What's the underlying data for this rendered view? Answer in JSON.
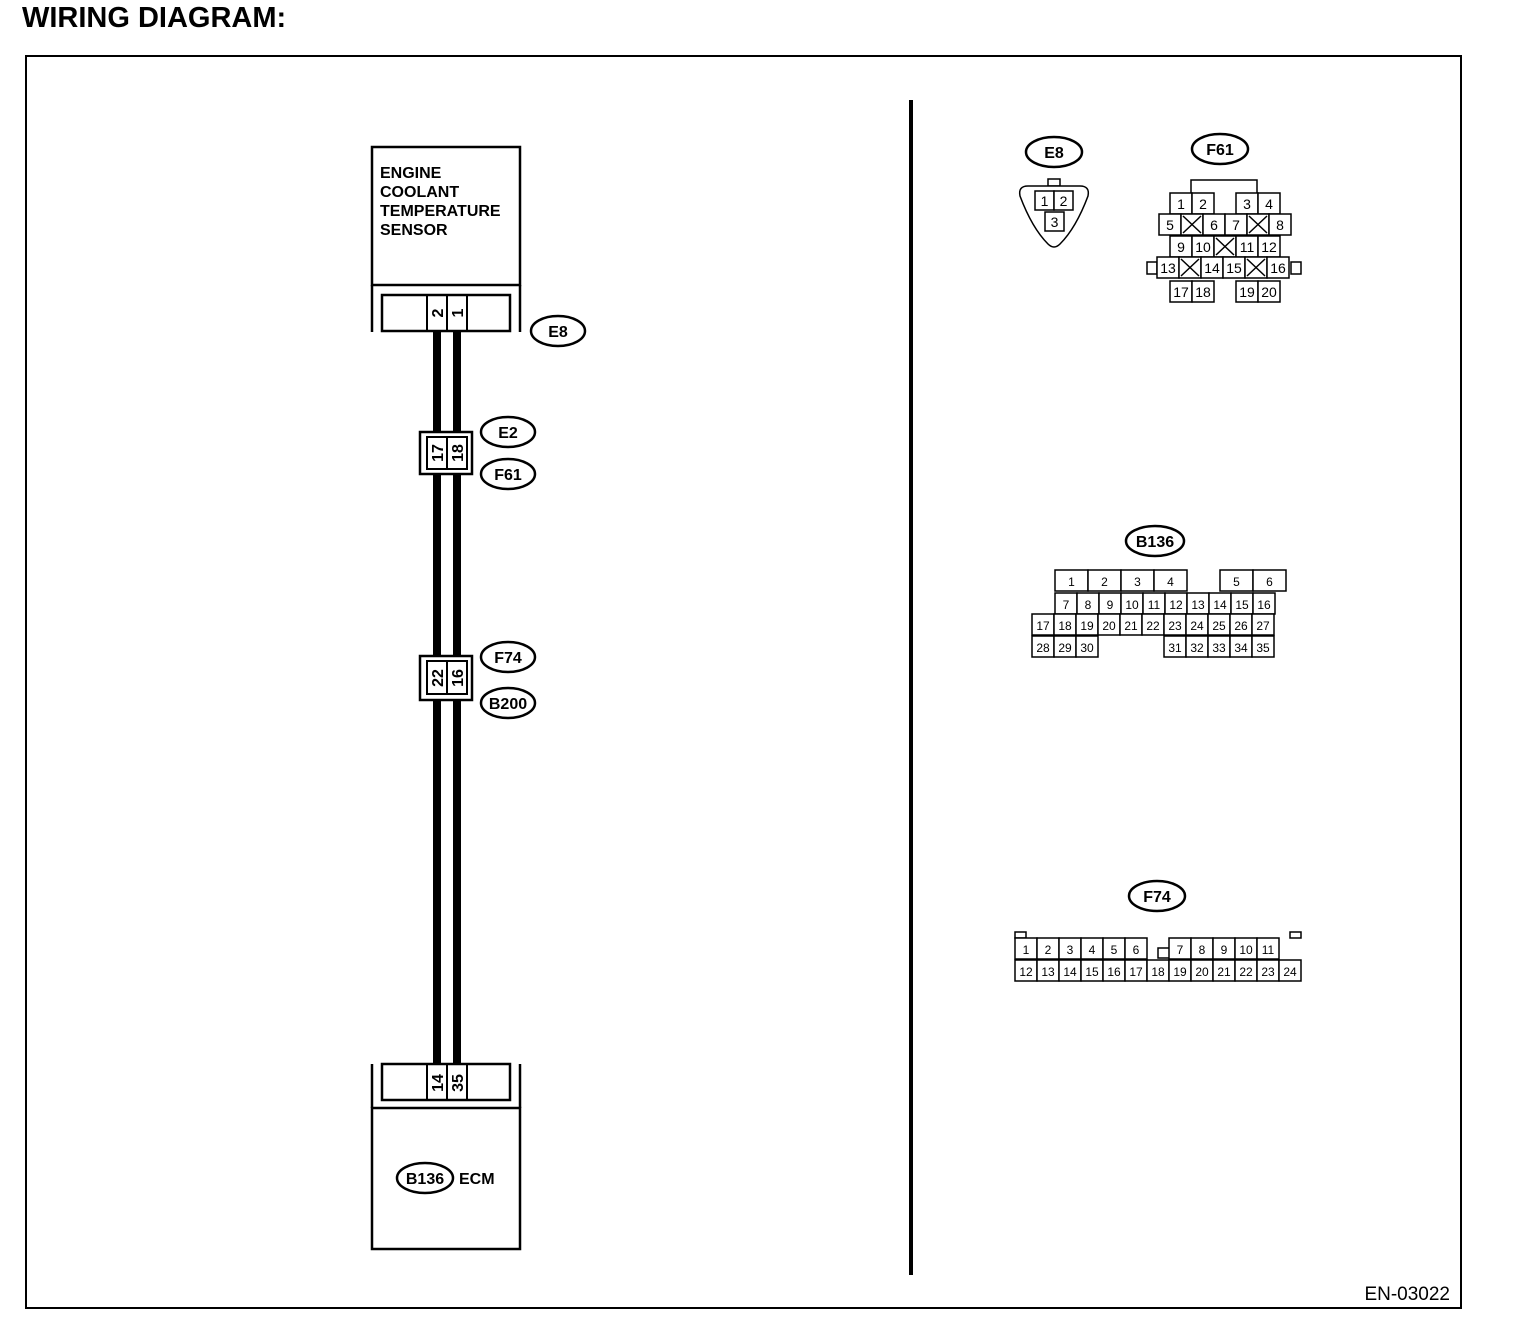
{
  "page_title": "WIRING DIAGRAM:",
  "figure_code": "EN-03022",
  "sensor": {
    "label_lines": [
      "ENGINE",
      "COOLANT",
      "TEMPERATURE",
      "SENSOR"
    ],
    "connector": "E8",
    "pins": [
      "2",
      "1"
    ]
  },
  "junction_1": {
    "connector_top": "E2",
    "connector_bottom": "F61",
    "pins": [
      "17",
      "18"
    ]
  },
  "junction_2": {
    "connector_top": "F74",
    "connector_bottom": "B200",
    "pins": [
      "22",
      "16"
    ]
  },
  "ecm": {
    "connector": "B136",
    "label": "ECM",
    "pins": [
      "14",
      "35"
    ]
  },
  "connector_views": {
    "e8": {
      "name": "E8",
      "rows": [
        [
          "1",
          "2"
        ],
        [
          "3"
        ]
      ]
    },
    "f61": {
      "name": "F61",
      "rows": [
        [
          "1",
          "2",
          "",
          "3",
          "4"
        ],
        [
          "5",
          "X",
          "6",
          "7",
          "X",
          "8"
        ],
        [
          "9",
          "10",
          "X",
          "11",
          "12"
        ],
        [
          "13",
          "X",
          "14",
          "15",
          "X",
          "16"
        ],
        [
          "17",
          "18",
          "",
          "19",
          "20"
        ]
      ]
    },
    "b136": {
      "name": "B136",
      "rows": [
        [
          "1",
          "2",
          "3",
          "4",
          "",
          "5",
          "6"
        ],
        [
          "7",
          "8",
          "9",
          "10",
          "11",
          "12",
          "13",
          "14",
          "15",
          "16"
        ],
        [
          "17",
          "18",
          "19",
          "20",
          "21",
          "22",
          "23",
          "24",
          "25",
          "26",
          "27"
        ],
        [
          "28",
          "29",
          "30",
          "",
          "",
          "",
          "31",
          "32",
          "33",
          "34",
          "35"
        ]
      ]
    },
    "f74": {
      "name": "F74",
      "rows": [
        [
          "1",
          "2",
          "3",
          "4",
          "5",
          "6",
          "",
          "7",
          "8",
          "9",
          "10",
          "11"
        ],
        [
          "12",
          "13",
          "14",
          "15",
          "16",
          "17",
          "18",
          "19",
          "20",
          "21",
          "22",
          "23",
          "24"
        ]
      ]
    }
  }
}
